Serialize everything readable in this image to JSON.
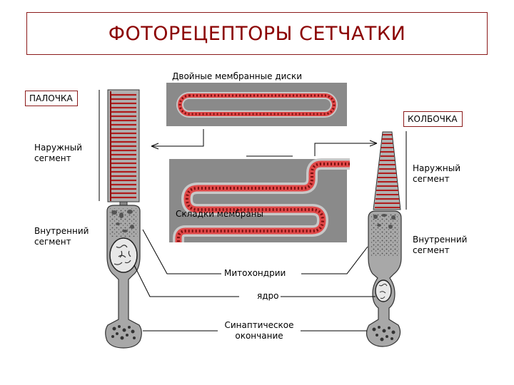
{
  "title": "ФОТОРЕЦЕПТОРЫ СЕТЧАТКИ",
  "tags": {
    "rod": "ПАЛОЧКА",
    "cone": "КОЛБОЧКА"
  },
  "labels": {
    "double_discs": "Двойные мембранные диски",
    "membrane_folds": "Складки мембраны",
    "mitochondria": "Митохондрии",
    "nucleus": "ядро",
    "synaptic_1": "Синаптическое",
    "synaptic_2": "окончание",
    "rod_outer_1": "Наружный",
    "rod_outer_2": "сегмент",
    "rod_inner_1": "Внутренний",
    "rod_inner_2": "сегмент",
    "cone_outer_1": "Наружный",
    "cone_outer_2": "сегмент",
    "cone_inner_1": "Внутренний",
    "cone_inner_2": "сегмент"
  },
  "colors": {
    "accent": "#8b0000",
    "membrane": "#e04848",
    "cell": "#a8a8a8",
    "panel": "#8c8c8c"
  }
}
